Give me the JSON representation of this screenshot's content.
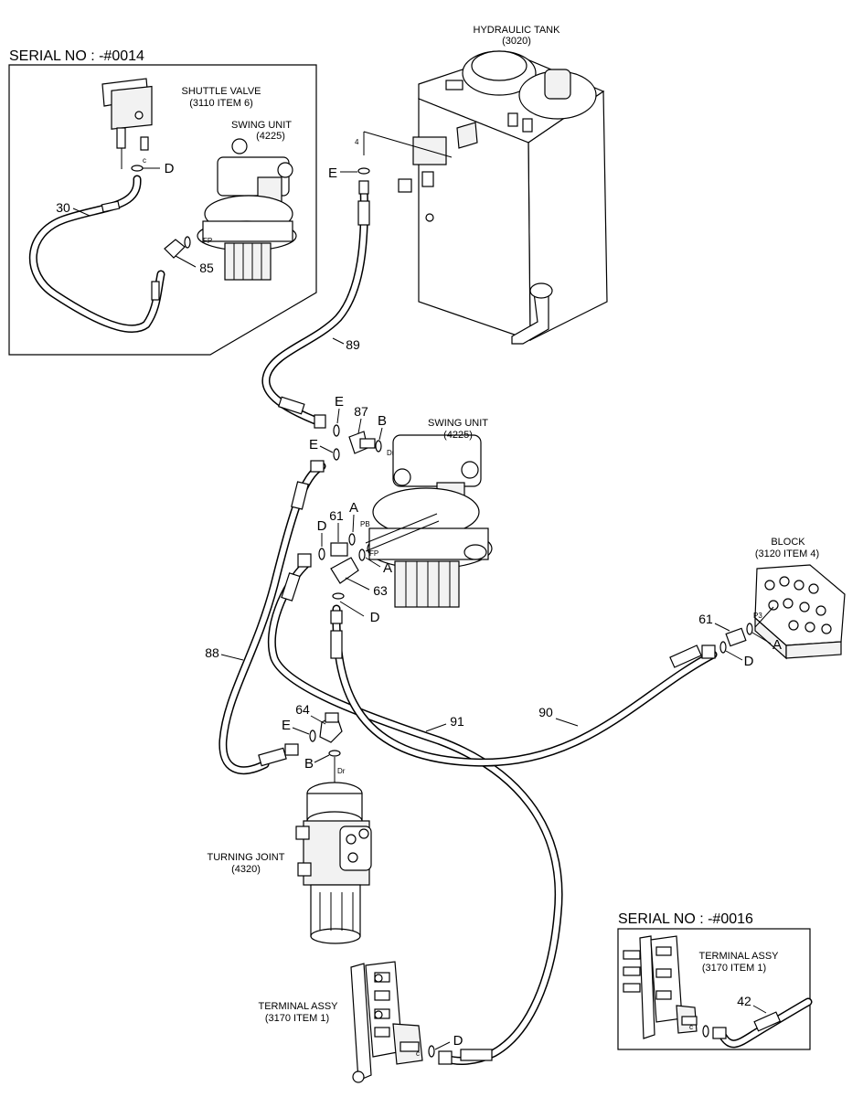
{
  "serial_top": "SERIAL NO : -#0014",
  "serial_bottom": "SERIAL NO : -#0016",
  "components": {
    "hydraulic_tank": {
      "name": "HYDRAULIC TANK",
      "code": "(3020)"
    },
    "shuttle_valve": {
      "name": "SHUTTLE VALVE",
      "code": "(3110 ITEM 6)"
    },
    "swing_unit_inset": {
      "name": "SWING UNIT",
      "code": "(4225)"
    },
    "swing_unit_main": {
      "name": "SWING UNIT",
      "code": "(4225)"
    },
    "block": {
      "name": "BLOCK",
      "code": "(3120 ITEM 4)"
    },
    "turning_joint": {
      "name": "TURNING JOINT",
      "code": "(4320)"
    },
    "terminal_assy_main": {
      "name": "TERMINAL ASSY",
      "code": "(3170 ITEM 1)"
    },
    "terminal_assy_inset": {
      "name": "TERMINAL ASSY",
      "code": "(3170 ITEM 1)"
    }
  },
  "part_numbers": {
    "n30": "30",
    "n85": "85",
    "n89": "89",
    "n87": "87",
    "n61a": "61",
    "n63": "63",
    "n88": "88",
    "n64": "64",
    "n91": "91",
    "n90": "90",
    "n61b": "61",
    "n42": "42"
  },
  "letters": {
    "d_inset": "D",
    "e_tank": "E",
    "e_87": "E",
    "b_87": "B",
    "e_hose": "E",
    "d_61": "D",
    "a_61": "A",
    "a_63": "A",
    "d_63": "D",
    "a_block": "A",
    "d_block": "D",
    "e_64": "E",
    "b_64": "B",
    "d_term": "D"
  },
  "ports": {
    "c_shuttle": "c",
    "fp_inset": "FP",
    "tank_4": "4",
    "dr_swing": "Dr",
    "pb": "PB",
    "fp_main": "FP",
    "p3": "P3",
    "dr_joint": "Dr",
    "c_term": "c",
    "c_term_inset": "c"
  }
}
